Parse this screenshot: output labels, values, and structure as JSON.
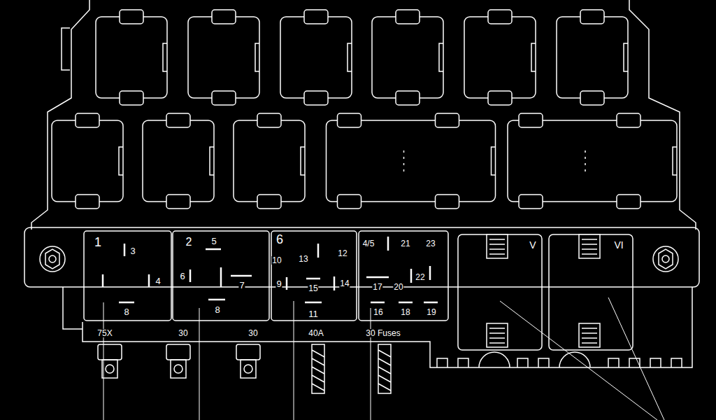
{
  "diagram": {
    "labels": [
      "1",
      "3",
      "4",
      "8",
      "2",
      "5",
      "6",
      "7",
      "8",
      "6",
      "10",
      "13",
      "12",
      "9",
      "15",
      "14",
      "11",
      "4/5",
      "21",
      "23",
      "17",
      "20",
      "22",
      "16",
      "18",
      "19",
      "V",
      "VI",
      "75X",
      "30",
      "30",
      "40A",
      "30 Fuses"
    ]
  }
}
